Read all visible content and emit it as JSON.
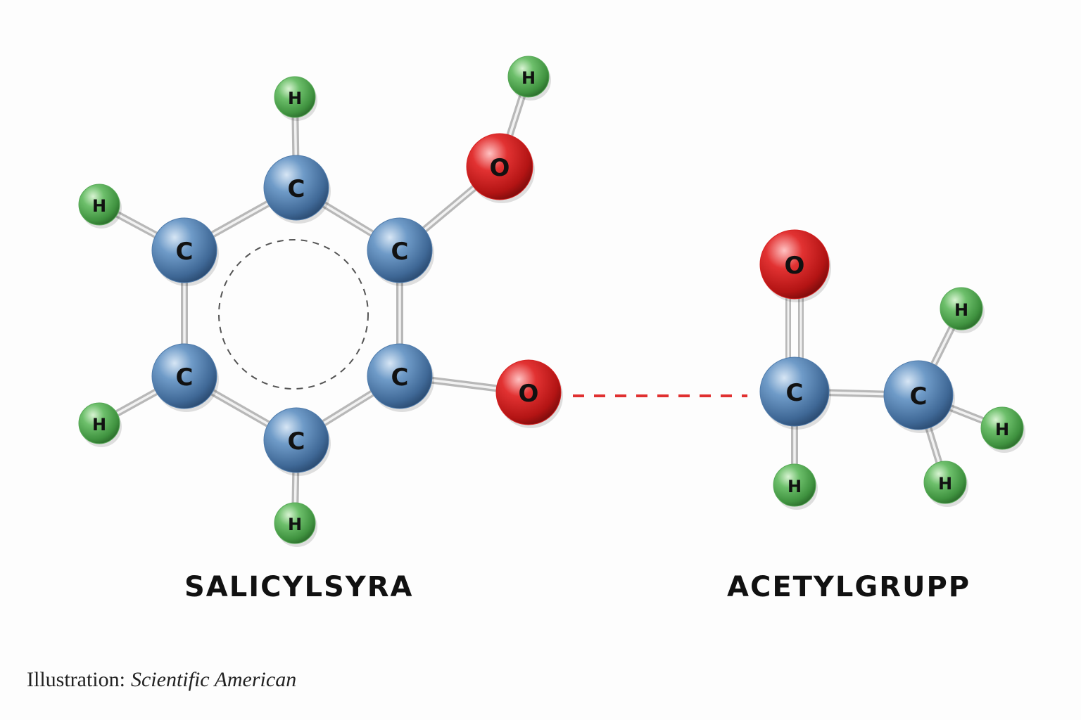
{
  "colors": {
    "carbon": "#4f7bab",
    "oxygen": "#d62020",
    "hydrogen": "#57a957",
    "bond": "#b8b8b8",
    "link": "#e03030",
    "ring": "#555555"
  },
  "atom_symbols": {
    "carbon": "C",
    "oxygen": "O",
    "hydrogen": "H"
  },
  "molecules": {
    "salicylic_acid": {
      "label": "SALICYLSYRA"
    },
    "acetyl_group": {
      "label": "ACETYLGRUPP"
    }
  },
  "credit": {
    "prefix": "Illustration:",
    "source": "Scientific American"
  }
}
